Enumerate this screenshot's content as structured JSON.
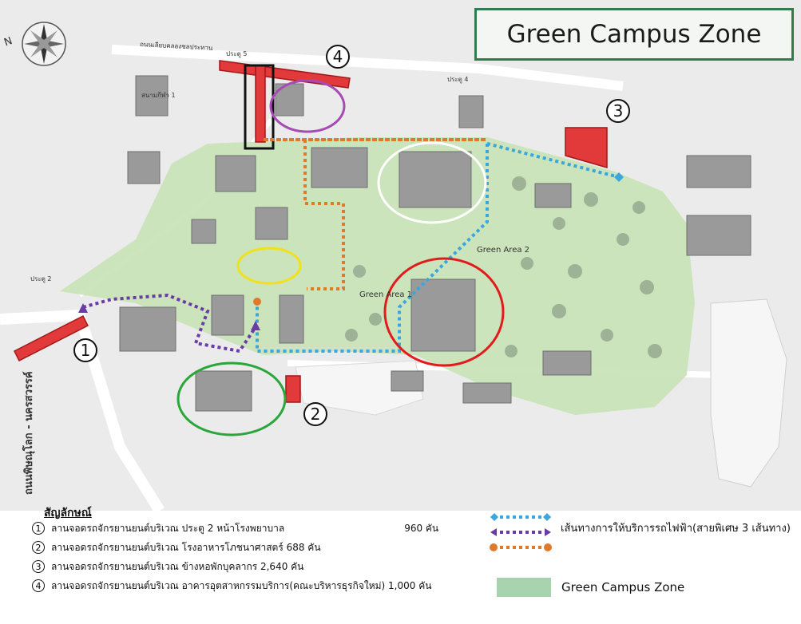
{
  "title": "Green Campus Zone",
  "map_labels": {
    "gate_5": "ประตู 5",
    "gate_4": "ประตู 4",
    "gate_2": "ประตู 2",
    "green_area_2": "Green Area 2",
    "green_area_1": "Green Area 1",
    "stadium": "สนามกีฬา 1",
    "road_south": "ถนนพิษณุโลก - นครสวรรค์",
    "road_north": "ถนนเลียบคลองชลประทาน"
  },
  "markers": [
    {
      "number": "1"
    },
    {
      "number": "2"
    },
    {
      "number": "3"
    },
    {
      "number": "4"
    }
  ],
  "legend": {
    "heading": "สัญลักษณ์",
    "items": [
      {
        "number": "1",
        "text": "ลานจอดรถจักรยานยนต์บริเวณ ประตู 2 หน้าโรงพยาบาล",
        "count": "960 คัน"
      },
      {
        "number": "2",
        "text": "ลานจอดรถจักรยานยนต์บริเวณ โรงอาหารโภชนาศาสตร์ 688 คัน",
        "count": ""
      },
      {
        "number": "3",
        "text": "ลานจอดรถจักรยานยนต์บริเวณ ข้างหอพักบุคลากร 2,640 คัน",
        "count": ""
      },
      {
        "number": "4",
        "text": "ลานจอดรถจักรยานยนต์บริเวณ อาคารอุตสาหกรรมบริการ(คณะบริหารธุรกิจใหม่) 1,000 คัน",
        "count": ""
      }
    ],
    "route_label": "เส้นทางการให้บริการรถไฟฟ้า(สายพิเศษ 3 เส้นทาง)",
    "routes": [
      {
        "color": "#3aa6dc",
        "end_color": "#3aa6dc"
      },
      {
        "color": "#6a3aa6",
        "end_color": "#6a3aa6"
      },
      {
        "color": "#e07a2b",
        "end_color": "#e07a2b"
      }
    ],
    "zone_label": "Green Campus Zone",
    "zone_color": "#a7d3ae"
  },
  "colors": {
    "parking": "#e23a3a",
    "green_zone": "#c9e4b9",
    "route_blue": "#3aa6dc",
    "route_purple": "#6a3aa6",
    "route_orange": "#e07a2b",
    "circle_red": "#e01c1c",
    "circle_green": "#2aa63a",
    "circle_yellow": "#f2e01c",
    "circle_purple": "#a64ab4",
    "circle_white": "#ffffff"
  }
}
